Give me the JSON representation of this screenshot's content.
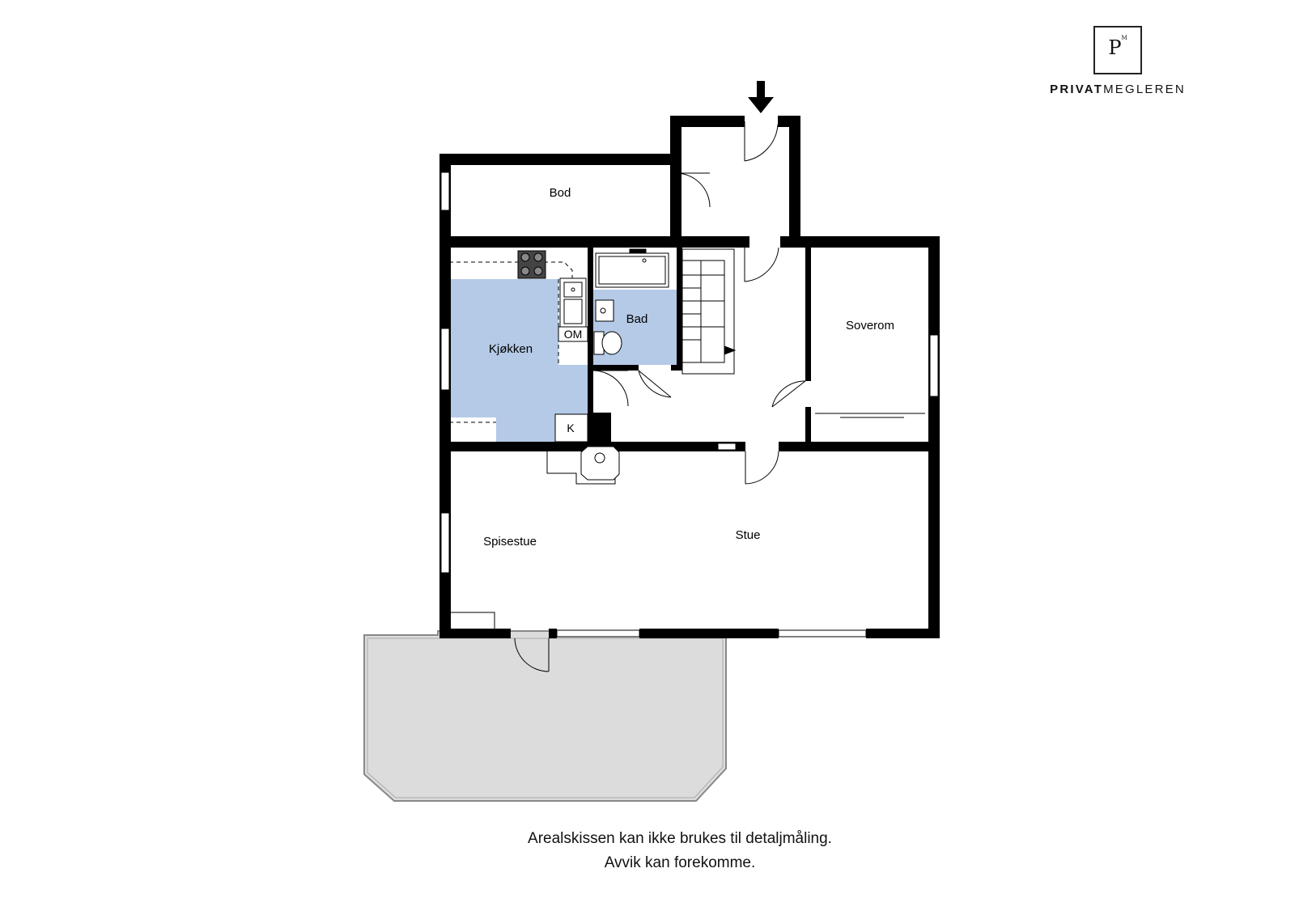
{
  "brand": {
    "logo_letter": "P",
    "logo_mark": "M",
    "name_bold": "PRIVAT",
    "name_regular": "MEGLEREN"
  },
  "rooms": {
    "bod": "Bod",
    "kjokken": "Kjøkken",
    "bad": "Bad",
    "soverom": "Soverom",
    "spisestue": "Spisestue",
    "stue": "Stue"
  },
  "fixtures": {
    "om": "OM",
    "k": "K"
  },
  "colors": {
    "wall": "#000000",
    "wet_room_fill": "#b4cae6",
    "terrace_fill": "#dcdcdc"
  },
  "entrance_arrow_icon": "arrow-down-icon",
  "disclaimer": {
    "line1": "Arealskissen kan ikke brukes til detaljmåling.",
    "line2": "Avvik kan forekomme."
  }
}
